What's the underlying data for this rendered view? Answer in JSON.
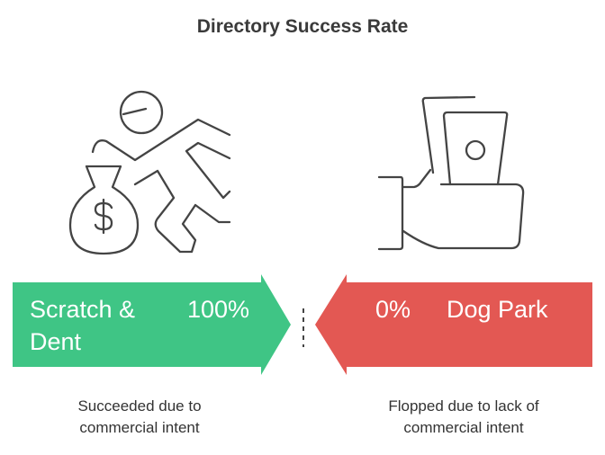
{
  "title": "Directory Success Rate",
  "left": {
    "name": "Scratch & Dent",
    "name_line1": "Scratch &",
    "name_line2": "Dent",
    "percent": "100%",
    "caption_line1": "Succeeded due to",
    "caption_line2": "commercial intent",
    "icon": "running-man-money-bag-icon",
    "color": "#3fc585"
  },
  "right": {
    "name": "Dog Park",
    "percent": "0%",
    "caption_line1": "Flopped due to lack of",
    "caption_line2": "commercial intent",
    "icon": "hand-holding-document-icon",
    "color": "#e35853"
  }
}
